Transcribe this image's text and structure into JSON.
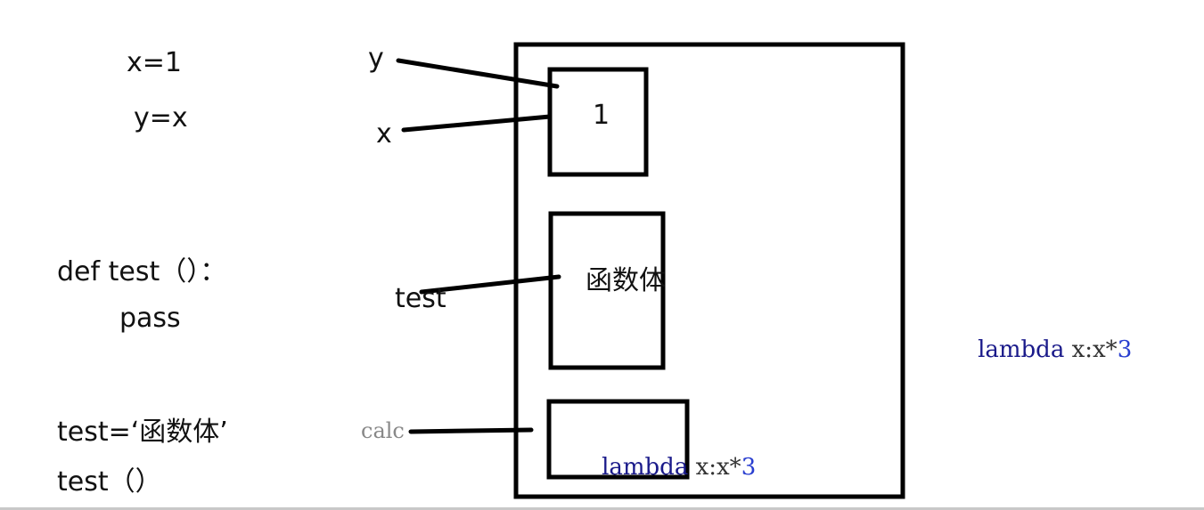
{
  "code_left": {
    "line1": "x=1",
    "line2": "y=x",
    "def_line": "def test（）：",
    "pass_line": "pass",
    "assign_line": "test=‘函数体’",
    "call_line": "test（）"
  },
  "labels": {
    "y": "y",
    "x": "x",
    "test": "test",
    "calc": "calc"
  },
  "memory": {
    "value_one": "1",
    "func_body": "函数体",
    "lambda_kw": "lambda",
    "lambda_rest_a": " x:x*",
    "lambda_num": "3"
  },
  "right_expr": {
    "lambda_kw": "lambda",
    "rest": " x:x*",
    "num": "3"
  },
  "colors": {
    "stroke": "#000000",
    "keyword": "#1a1a8a",
    "number": "#2a3fd0"
  }
}
